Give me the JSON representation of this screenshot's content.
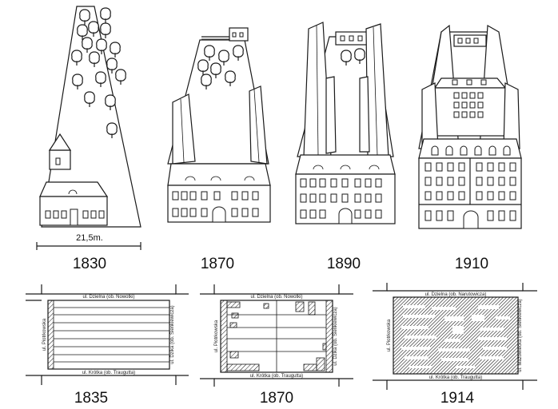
{
  "scale_label": "21,5m.",
  "elevation_years": [
    "1830",
    "1870",
    "1890",
    "1910"
  ],
  "plan_years": [
    "1835",
    "1870",
    "1914"
  ],
  "streets": {
    "north": "ul. Dzielna (ob. Nowotki)",
    "north_alt": "ul. Dzielna (ob. Narutowicza)",
    "west": "ul. Piotrkowska",
    "east": "ul. Dzika (ob. Sienkiewicza)",
    "south": "ul. Krótka (ob. Traugutta)",
    "east_alt": "ul. Mazowiecka (ob. Sienkiewicza)"
  },
  "colors": {
    "ink": "#1a1a1a",
    "paper": "#ffffff"
  }
}
